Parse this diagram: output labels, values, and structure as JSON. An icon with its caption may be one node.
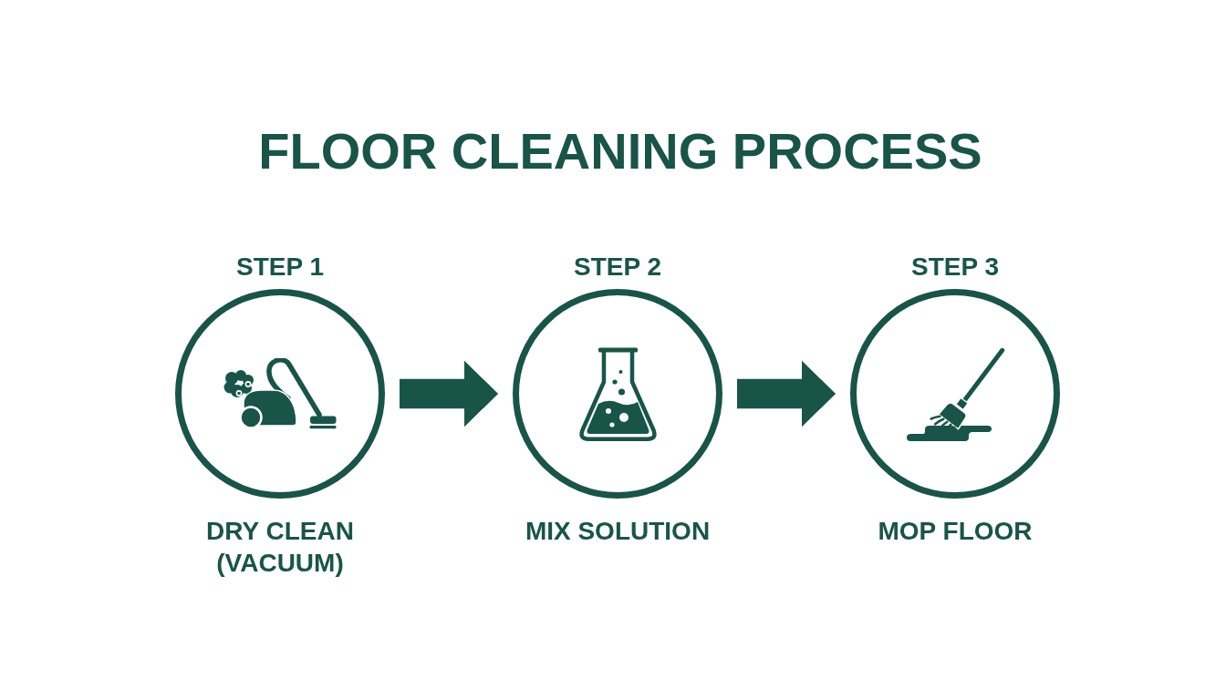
{
  "diagram": {
    "title": "FLOOR CLEANING PROCESS",
    "nodes": [
      {
        "text": [
          "STEP 1",
          "DRY CLEAN (VACUUM)"
        ]
      },
      {
        "text": [
          "STEP 2",
          "MIX SOLUTION"
        ]
      },
      {
        "text": [
          "STEP 3",
          "MOP FLOOR"
        ]
      }
    ],
    "edges": [
      {
        "from": 0,
        "to": 1,
        "arrow": "to"
      },
      {
        "from": 1,
        "to": 2,
        "arrow": "to"
      }
    ]
  }
}
